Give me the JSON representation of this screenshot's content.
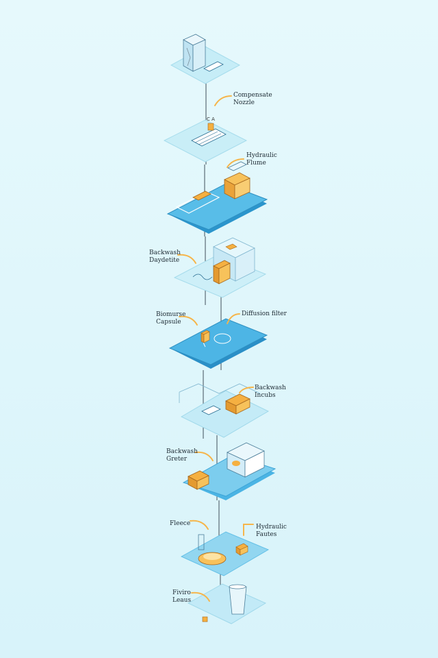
{
  "diagram": {
    "labels": [
      "Compensate\nNozzle",
      "Hydraulic\nFlume",
      "Backwash\nDaydetite",
      "Biomurse\nCapsule",
      "Diffusion filter",
      "Backwash\nIncubs",
      "Backwash\nGreter",
      "Fleece",
      "Hydraulic\nFautes",
      "Fiviro\nLeaus"
    ],
    "colors": {
      "background": "#dff6fb",
      "platform_light": "#bfe7f4",
      "platform_dark": "#4eb7e6",
      "accent": "#f5b041",
      "stroke": "#2b6f93"
    }
  }
}
